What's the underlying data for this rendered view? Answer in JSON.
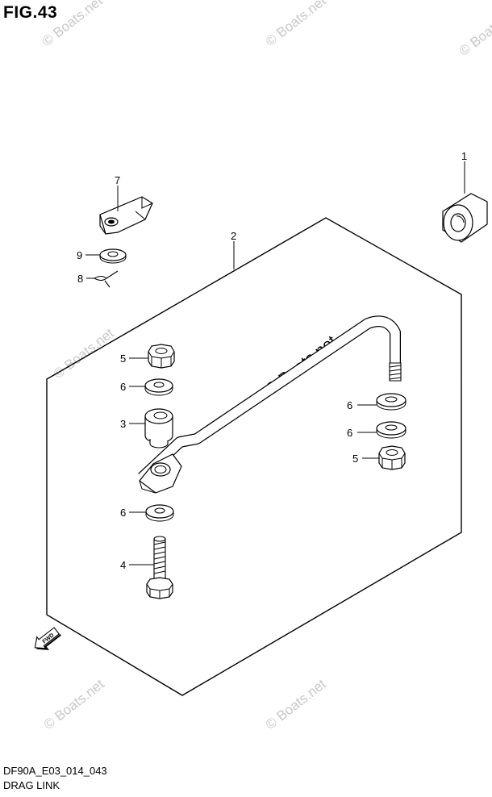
{
  "figure": {
    "title": "FIG.43",
    "code": "DF90A_E03_014_043",
    "name": "DRAG LINK"
  },
  "watermark": {
    "text": "© Boats.net"
  },
  "fwd_label": "FWD",
  "callouts": {
    "c1": "1",
    "c2": "2",
    "c3": "3",
    "c4": "4",
    "c5a": "5",
    "c5b": "5",
    "c6a": "6",
    "c6b": "6",
    "c6c": "6",
    "c6d": "6",
    "c7": "7",
    "c8": "8",
    "c9": "9"
  },
  "colors": {
    "line": "#000000",
    "watermark": "#c8c8c8",
    "background": "#ffffff"
  }
}
